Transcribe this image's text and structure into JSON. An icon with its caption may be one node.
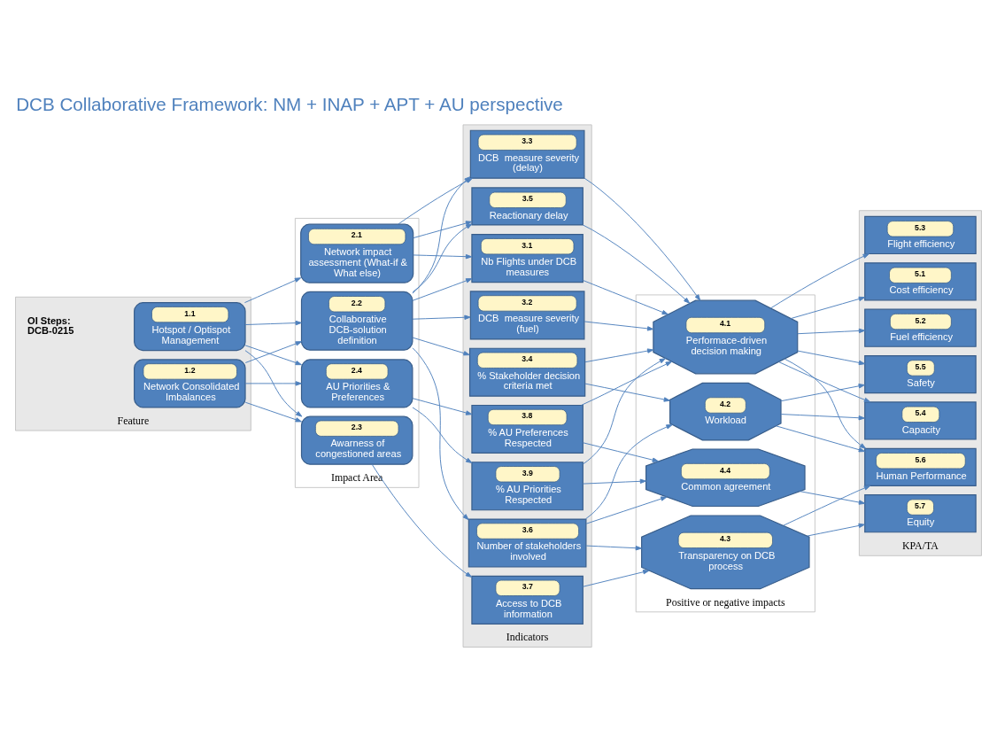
{
  "diagram": {
    "title": "DCB Collaborative Framework: NM + INAP + APT + AU perspective",
    "nodes": [
      {
        "text": [
          "Feature"
        ]
      },
      {
        "text": [
          "1.1",
          "Hotspot / Optispot Management"
        ],
        "in": 0
      },
      {
        "text": [
          "1.2",
          "Network Consolidated Imbalances"
        ],
        "in": 0
      },
      {
        "text": [
          "Impact Area"
        ]
      },
      {
        "text": [
          "2.1",
          "Network impact assessment (What-if & What else)"
        ],
        "in": 3
      },
      {
        "text": [
          "2.2",
          "Collaborative DCB-solution definition"
        ],
        "in": 3
      },
      {
        "text": [
          "2.3",
          "Awarness of congestioned areas"
        ],
        "in": 3
      },
      {
        "text": [
          "2.4",
          "AU Priorities & Preferences"
        ],
        "in": 3
      },
      {
        "text": [
          "Indicators"
        ]
      },
      {
        "text": [
          "3.1",
          "Nb Flights under DCB measures"
        ],
        "in": 8
      },
      {
        "text": [
          "3.2",
          "DCB  measure severity (fuel)"
        ],
        "in": 8
      },
      {
        "text": [
          "3.3",
          "DCB  measure severity (delay)"
        ],
        "in": 8
      },
      {
        "text": [
          "3.4",
          "% Stakeholder decision criteria met"
        ],
        "in": 8
      },
      {
        "text": [
          "3.5",
          "Reactionary delay"
        ],
        "in": 8
      },
      {
        "text": [
          "3.6",
          "Number of stakeholders involved"
        ],
        "in": 8
      },
      {
        "text": [
          "3.7",
          "Access to DCB information"
        ],
        "in": 8
      },
      {
        "text": [
          "3.8",
          "% AU Preferences Respected"
        ],
        "in": 8
      },
      {
        "text": [
          "3.9",
          "% AU Priorities Respected"
        ],
        "in": 8
      },
      {
        "text": [
          "Positive or negative impacts"
        ]
      },
      {
        "text": [
          "4.1",
          "Performace-driven decision making"
        ],
        "in": 18
      },
      {
        "text": [
          "4.2",
          "Workload"
        ],
        "in": 18
      },
      {
        "text": [
          "4.3",
          "Transparency on DCB process"
        ],
        "in": 18
      },
      {
        "text": [
          "4.4",
          "Common agreement"
        ],
        "in": 18
      },
      {
        "text": [
          "KPA/TA"
        ]
      },
      {
        "text": [
          "5.1",
          "Cost efficiency"
        ],
        "in": 23
      },
      {
        "text": [
          "5.2",
          "Fuel efficiency"
        ],
        "in": 23
      },
      {
        "text": [
          "5.3",
          "Flight efficiency"
        ],
        "in": 23
      },
      {
        "text": [
          "5.4",
          "Capacity"
        ],
        "in": 23
      },
      {
        "text": [
          "5.5",
          "Safety"
        ],
        "in": 23
      },
      {
        "text": [
          "5.6",
          "Human Performance"
        ],
        "in": 23
      },
      {
        "text": [
          "5.7",
          "Equity"
        ],
        "in": 23
      }
    ],
    "edges": [
      {
        "from": 1,
        "to": 4,
        "arrow": "to"
      },
      {
        "from": 1,
        "to": 5,
        "arrow": "to"
      },
      {
        "from": 1,
        "to": 6,
        "arrow": "to"
      },
      {
        "from": 1,
        "to": 7,
        "arrow": "to"
      },
      {
        "from": 2,
        "to": 5,
        "arrow": "to"
      },
      {
        "from": 2,
        "to": 6,
        "arrow": "to"
      },
      {
        "from": 2,
        "to": 7,
        "arrow": "to"
      },
      {
        "from": 4,
        "to": 9,
        "arrow": "to"
      },
      {
        "from": 4,
        "to": 11,
        "arrow": "to"
      },
      {
        "from": 4,
        "to": 13,
        "arrow": "to"
      },
      {
        "from": 5,
        "to": 9,
        "arrow": "to"
      },
      {
        "from": 5,
        "to": 10,
        "arrow": "to"
      },
      {
        "from": 5,
        "to": 11,
        "arrow": "to"
      },
      {
        "from": 5,
        "to": 12,
        "arrow": "to"
      },
      {
        "from": 5,
        "to": 13,
        "arrow": "to"
      },
      {
        "from": 5,
        "to": 14,
        "arrow": "to"
      },
      {
        "from": 6,
        "to": 15,
        "arrow": "to"
      },
      {
        "from": 7,
        "to": 16,
        "arrow": "to"
      },
      {
        "from": 7,
        "to": 17,
        "arrow": "to"
      },
      {
        "from": 9,
        "to": 19,
        "arrow": "to"
      },
      {
        "from": 10,
        "to": 19,
        "arrow": "to"
      },
      {
        "from": 11,
        "to": 19,
        "arrow": "to"
      },
      {
        "from": 12,
        "to": 19,
        "arrow": "to"
      },
      {
        "from": 12,
        "to": 20,
        "arrow": "to"
      },
      {
        "from": 13,
        "to": 19,
        "arrow": "to"
      },
      {
        "from": 14,
        "to": 20,
        "arrow": "to"
      },
      {
        "from": 14,
        "to": 21,
        "arrow": "to"
      },
      {
        "from": 14,
        "to": 22,
        "arrow": "to"
      },
      {
        "from": 15,
        "to": 21,
        "arrow": "to"
      },
      {
        "from": 16,
        "to": 19,
        "arrow": "to"
      },
      {
        "from": 16,
        "to": 22,
        "arrow": "to"
      },
      {
        "from": 17,
        "to": 19,
        "arrow": "to"
      },
      {
        "from": 17,
        "to": 22,
        "arrow": "to"
      },
      {
        "from": 19,
        "to": 24,
        "arrow": "to"
      },
      {
        "from": 19,
        "to": 25,
        "arrow": "to"
      },
      {
        "from": 19,
        "to": 26,
        "arrow": "to"
      },
      {
        "from": 19,
        "to": 27,
        "arrow": "to"
      },
      {
        "from": 19,
        "to": 28,
        "arrow": "to"
      },
      {
        "from": 19,
        "to": 29,
        "arrow": "to"
      },
      {
        "from": 20,
        "to": 27,
        "arrow": "to"
      },
      {
        "from": 20,
        "to": 28,
        "arrow": "to"
      },
      {
        "from": 20,
        "to": 29,
        "arrow": "to"
      },
      {
        "from": 21,
        "to": 29,
        "arrow": "to"
      },
      {
        "from": 21,
        "to": 30,
        "arrow": "to"
      },
      {
        "from": 22,
        "to": 30,
        "arrow": "to"
      }
    ],
    "labels": [
      "OI Steps:",
      "DCB-0215"
    ]
  }
}
